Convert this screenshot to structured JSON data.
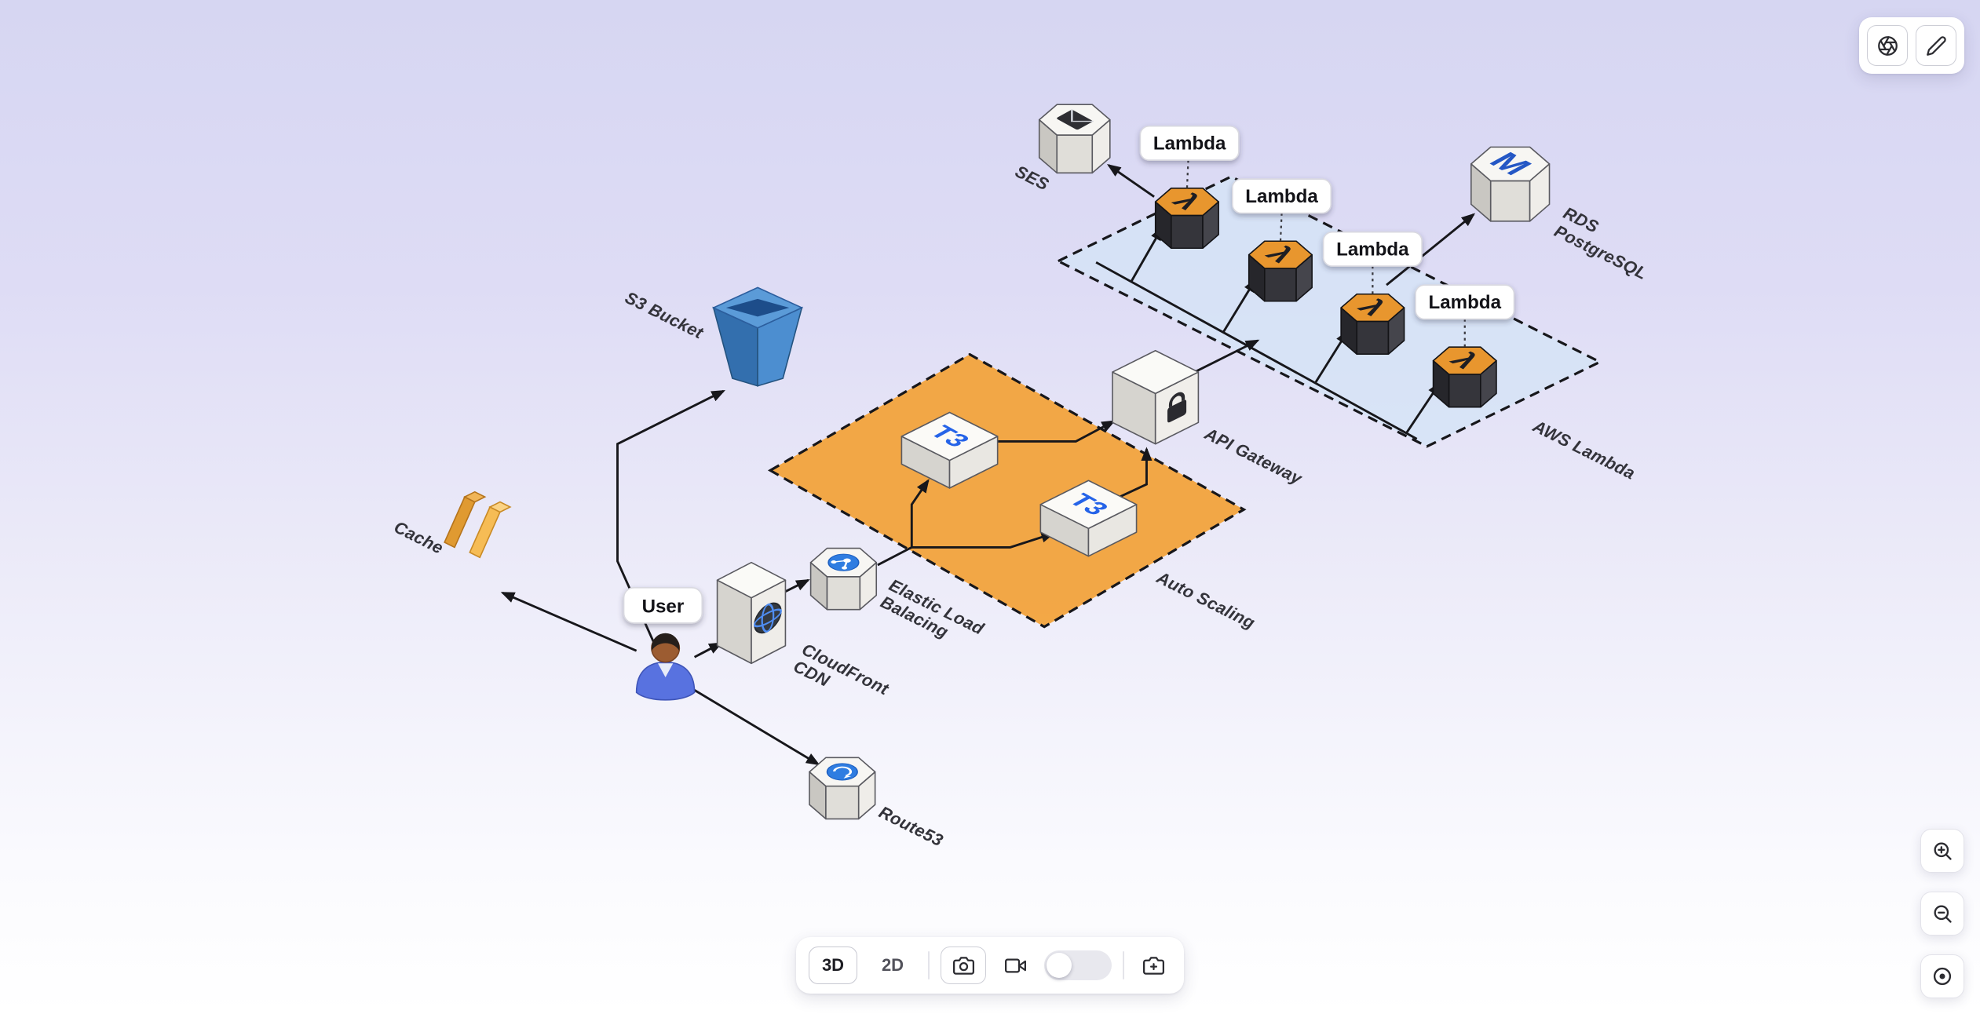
{
  "canvas": {
    "bg_top": "#d6d6f2",
    "bg_bottom": "#ffffff"
  },
  "top_toolbar": {
    "buttons": [
      "aperture-icon",
      "pencil-icon"
    ]
  },
  "bottom_toolbar": {
    "mode_3d": "3D",
    "mode_2d": "2D",
    "toggle_state": "off"
  },
  "zoom_controls": {
    "icons": [
      "zoom-in-icon",
      "zoom-out-icon",
      "recenter-icon"
    ]
  },
  "diagram": {
    "colors": {
      "auto_scaling_fill": "#f2a33c",
      "aws_lambda_fill": "#d5e4f6",
      "lambda_top": "#e8962e",
      "s3_blue": "#4c8ed0",
      "icon_blue": "#2f7de1"
    },
    "labels": {
      "user": "User",
      "lambda": "Lambda",
      "lambda_glyph": "λ",
      "ses": "SES",
      "rds_line1": "RDS",
      "rds_line2": "PostgreSQL",
      "rds_glyph": "M",
      "s3": "S3 Bucket",
      "api_gateway": "API Gateway",
      "auto_scaling": "Auto Scaling",
      "aws_lambda": "AWS Lambda",
      "t3": "T3",
      "elb_line1": "Elastic Load",
      "elb_line2": "Balacing",
      "cloudfront_line1": "CloudFront",
      "cloudfront_line2": "CDN",
      "cache": "Cache",
      "route53": "Route53"
    }
  }
}
